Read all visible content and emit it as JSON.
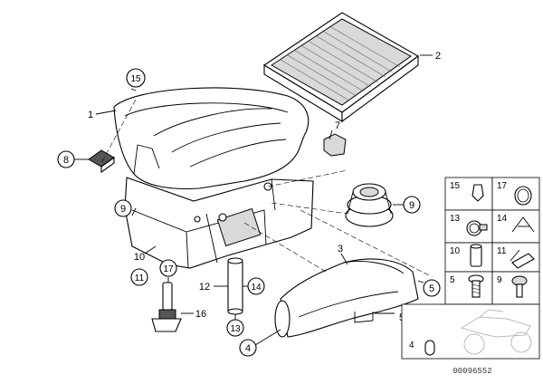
{
  "callouts": [
    {
      "id": "1",
      "text": "1"
    },
    {
      "id": "2",
      "text": "2"
    },
    {
      "id": "3",
      "text": "3"
    },
    {
      "id": "4",
      "text": "4"
    },
    {
      "id": "5a",
      "text": "5"
    },
    {
      "id": "5b",
      "text": "5"
    },
    {
      "id": "7",
      "text": "7"
    },
    {
      "id": "8",
      "text": "8"
    },
    {
      "id": "9a",
      "text": "9"
    },
    {
      "id": "9b",
      "text": "9"
    },
    {
      "id": "10",
      "text": "10"
    },
    {
      "id": "11",
      "text": "11"
    },
    {
      "id": "12",
      "text": "12"
    },
    {
      "id": "13",
      "text": "13"
    },
    {
      "id": "14",
      "text": "14"
    },
    {
      "id": "15",
      "text": "15"
    },
    {
      "id": "16",
      "text": "16"
    },
    {
      "id": "17",
      "text": "17"
    }
  ],
  "legend": [
    {
      "id": "15",
      "text": "15"
    },
    {
      "id": "17",
      "text": "17"
    },
    {
      "id": "13",
      "text": "13"
    },
    {
      "id": "14",
      "text": "14"
    },
    {
      "id": "10",
      "text": "10"
    },
    {
      "id": "11",
      "text": "11"
    },
    {
      "id": "5",
      "text": "5"
    },
    {
      "id": "9",
      "text": "9"
    },
    {
      "id": "4",
      "text": "4"
    }
  ],
  "reference_number": "00096552",
  "colors": {
    "line": "#000000",
    "fill": "#ffffff",
    "shade": "#d9d9d9"
  }
}
